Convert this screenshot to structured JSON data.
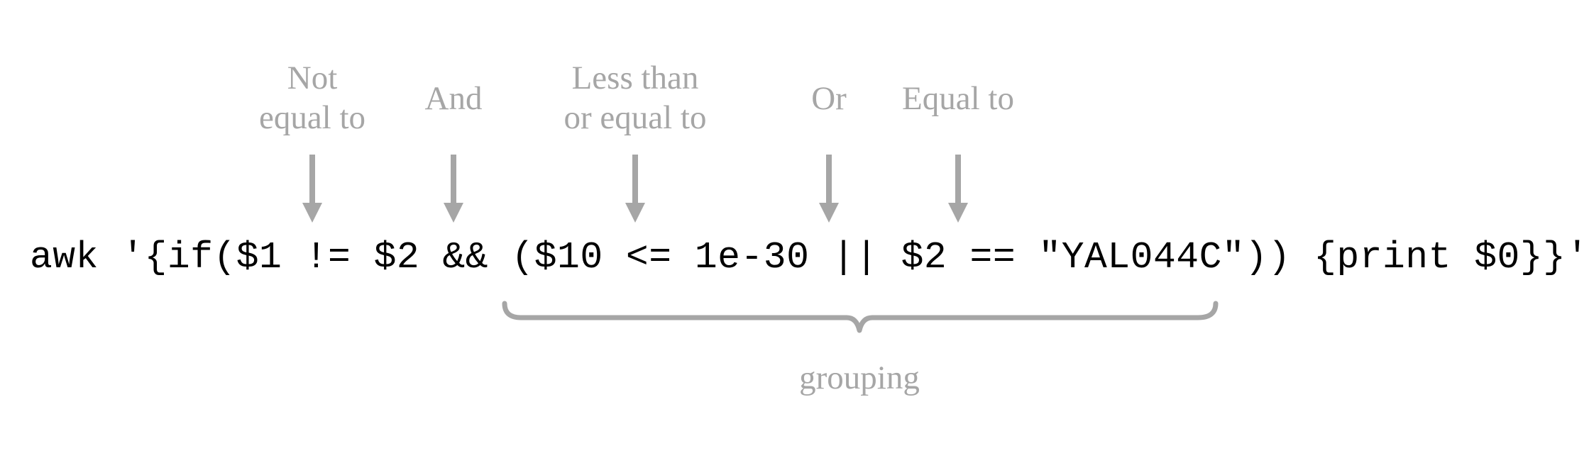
{
  "command": "awk '{if($1 != $2 && ($10 <= 1e-30 || $2 == \"YAL044C\")) {print $0}}'",
  "annotations": {
    "not_equal": [
      "Not",
      "equal to"
    ],
    "and": "And",
    "less_equal": [
      "Less than",
      "or equal to"
    ],
    "or": "Or",
    "equal": "Equal to",
    "grouping": "grouping"
  },
  "colors": {
    "annotation": "#a6a6a6",
    "code": "#000000"
  }
}
